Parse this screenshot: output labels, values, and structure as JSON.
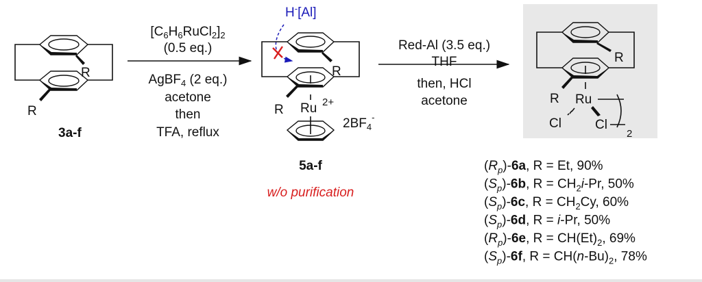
{
  "scheme": {
    "starting_material": {
      "label": "3a-f",
      "substituent": "R"
    },
    "step1": {
      "above": [
        "[C6H6RuCl2]2",
        "(0.5 eq.)"
      ],
      "below": [
        "AgBF4 (2 eq.)",
        "acetone",
        "then",
        "TFA, reflux"
      ]
    },
    "intermediate": {
      "label": "5a-f",
      "note": "w/o purification",
      "hydride": "H-[Al]",
      "metal": "Ru",
      "charge": "2+",
      "counterion": "2BF4-",
      "substituent": "R"
    },
    "step2": {
      "above": [
        "Red-Al (3.5 eq.)",
        "THF"
      ],
      "below": [
        "then, HCl",
        "acetone"
      ]
    },
    "product": {
      "metal": "Ru",
      "ligands": [
        "Cl",
        "Cl"
      ],
      "dimer_subscript": "2",
      "substituent": "R",
      "box_color": "#e8e8e8"
    },
    "results": [
      {
        "config": "R",
        "compound": "6a",
        "R": "Et",
        "yield": "90%"
      },
      {
        "config": "S",
        "compound": "6b",
        "R": "CH2i-Pr",
        "yield": "50%"
      },
      {
        "config": "S",
        "compound": "6c",
        "R": "CH2Cy",
        "yield": "60%"
      },
      {
        "config": "S",
        "compound": "6d",
        "R": "i-Pr",
        "yield": "50%"
      },
      {
        "config": "R",
        "compound": "6e",
        "R": "CH(Et)2",
        "yield": "69%"
      },
      {
        "config": "S",
        "compound": "6f",
        "R": "CH(n-Bu)2",
        "yield": "78%"
      }
    ],
    "colors": {
      "hydride": "#1a1ab8",
      "blocked": "#d81e1e",
      "note": "#d81e1e"
    }
  }
}
